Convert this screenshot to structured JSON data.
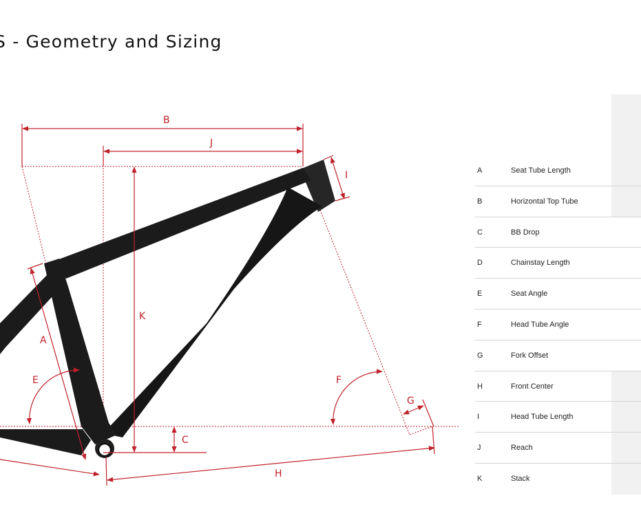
{
  "title": "S - Geometry and Sizing",
  "colors": {
    "dimension": "#c0202a",
    "frame": "#1b1b1b",
    "row_divider": "#d4d4d4",
    "column_fill": "#f1f1f1"
  },
  "diagram": {
    "labels": {
      "A": "A",
      "B": "B",
      "C": "C",
      "E": "E",
      "F": "F",
      "G": "G",
      "H": "H",
      "I": "I",
      "J": "J",
      "K": "K"
    }
  },
  "table": {
    "rows": [
      {
        "code": "A",
        "name": "Seat Tube Length"
      },
      {
        "code": "B",
        "name": "Horizontal Top Tube"
      },
      {
        "code": "C",
        "name": "BB Drop"
      },
      {
        "code": "D",
        "name": "Chainstay Length"
      },
      {
        "code": "E",
        "name": "Seat Angle"
      },
      {
        "code": "F",
        "name": "Head Tube Angle"
      },
      {
        "code": "G",
        "name": "Fork Offset"
      },
      {
        "code": "H",
        "name": "Front Center"
      },
      {
        "code": "I",
        "name": "Head Tube Length"
      },
      {
        "code": "J",
        "name": "Reach"
      },
      {
        "code": "K",
        "name": "Stack"
      }
    ]
  }
}
